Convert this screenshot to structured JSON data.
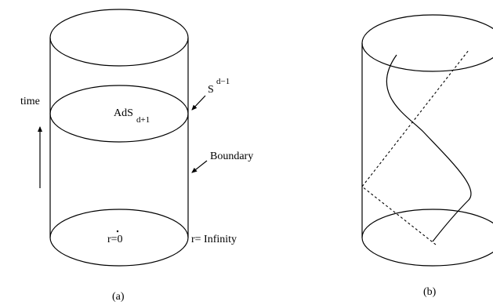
{
  "panel_a": {
    "caption": "(a)",
    "time_label": "time",
    "center_label_main": "AdS",
    "center_label_sub": "d+1",
    "sphere_label_main": "S",
    "sphere_label_sup": "d−1",
    "boundary_label": "Boundary",
    "origin_label": "r=0",
    "infinity_label": "r= Infinity"
  },
  "panel_b": {
    "caption": "(b)"
  }
}
